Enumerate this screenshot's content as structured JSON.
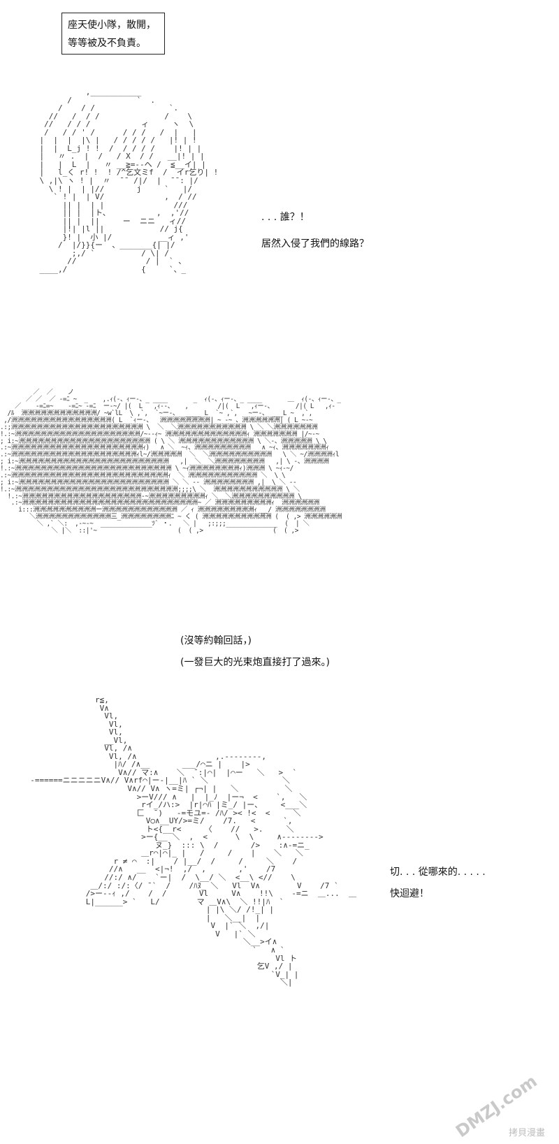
{
  "caption": {
    "line1": "座天使小隊，散開，",
    "line2": "等等被及不負責。"
  },
  "speech1": {
    "line1": ". . . 誰？！",
    "line2": "居然入侵了我們的線路？"
  },
  "narration": {
    "line1": "(沒等約翰回話，)",
    "line2": "(一發巨大的光束炮直接打了過來。)"
  },
  "speech2": {
    "line1": "切. . . 從哪來的. . . . .",
    "line2": "快迴避！"
  },
  "watermark": {
    "logo": "DMZJ.com",
    "text": "拷貝漫畫"
  },
  "art": {
    "face": "              ,___________\n          /              `  .\n        /    / /                `.\n      //   /  / /              /    \\\n     //   / / /           ィ     ヽ  \\\n     /   / / ' /      / / /   /  |   |\n    |  |  |  |\\ |   / / / / /   |! | !\n    |  |  L_j ! !  /  / / / /    |! | |\n    |   〃 .  |  /   / X  / /   __|! | |\n    |   |  L  |   〃 __≧=--ヘ /  ≦__イ| |\n    |   l_く r! !  ! /^乞文ミf  /  イr乞り| !\n    \\ ,|\\ ヽ ! |  〃  ̄ ̄  /|/  |  ̄ ̄ : |/\n      \\ ! |  | |//       j     `   |/\n       ` ! |  | V/             ,  / //\n         || |  | |               ///\n         || |  |ト、          ,  ,'//\n         || |  ||     ー  ニニ   ィ//\n         |!| |l ||            // j{\n         }! |  小 |/          __ィ ,'\n        /  |/}}{ー  、_______{| |/\n           ;,/ `          / \\| /\n          //               / |  ` 、\n    ____,/                {     `、_\n",
    "beam": "         ／  ／    ノ \n       ／ ／  ／ -=ﾆ ~  _    ,.ｨ(-、ｨー-、_ ____       _  ｨ(-、ｨー-、_ ____       ＿  ｨ(-、ｨー-、_\n    ／    -=ﾆ=~    -=ﾆ~ -=ﾆ  ー-~/ |(  L   ,ｨ--、   ,        /|(  L   ,ｨー-、      /|( L   ,ｨ-\n  /ﾙ  洲洲洲洲洲洲洲洲洲洲洲洲/ ~w`lL  \\ ,`,  `~ー-、  ____ L  `~ ,`,   ~ー-、 ___L ~  ,`,\n ,/洲洲洲洲洲洲洲洲洲洲洲洲洲洲洲洲( L  `ｨー-、  洲洲洲洲洲洲洲洲| ~ -~ 、洲洲洲洲洲洲| ( L ~-~\n.:;洲洲洲洲洲洲洲洲洲洲洲洲洲洲洲洲洲洲洲洲洲 \\  ＼  ＼洲洲洲洲洲洲洲洲洲洲洲 \\ ＼ ＼洲洲洲洲洲洲洲\n!.:~洲洲洲洲洲洲洲洲洲洲洲洲洲洲洲洲洲洲洲洲/~--ｨ~ 洲洲洲洲洲洲洲洲洲洲洲洲洲ｨ 洲洲洲洲洲洲洲 |/~-~\n; i:~洲洲洲洲洲洲洲洲洲洲洲洲洲洲洲洲洲洲洲洲洲 ( \\ ＼ 洲洲洲洲洲洲洲洲洲洲洲洲 \\ ＼-、洲洲洲洲洲 \\ \\\n.:~洲洲洲洲洲洲洲洲洲洲洲洲洲洲洲洲洲洲洲洲洲ｨ)   ∧ ＼  ~ｨ、洲洲洲洲洲洲洲洲洲   ∧ ~ｨ、洲洲洲洲洲洲洲ｨ\n.:~洲洲洲洲洲洲洲洲洲洲洲洲洲洲洲洲洲洲洲洲ｨl~/洲洲洲洲洲  ＼  ＼洲洲洲洲洲洲洲洲洲洲   \\ ＼ ~/洲洲洲洲ｨl\n; i:~洲洲洲洲洲洲洲洲洲洲洲洲洲洲洲洲洲洲洲洲洲洲洲洲   ,|  ＼  ＼洲洲洲洲洲洲洲洲   ,| \\ -、洲洲洲洲\n!.:~洲洲洲洲洲洲洲洲洲洲洲洲洲洲洲洲洲洲洲洲洲洲洲洲洲 \\ ~ｨ洲洲洲洲洲洲洲洲ｨ)洲洲洲 \\ ~ｨ-~/\n.:~洲洲洲洲洲洲洲洲洲洲洲洲洲洲洲洲洲洲洲洲洲洲洲洲洲ｨ  ＼ 洲洲洲洲洲洲洲洲洲洲洲 ＼  \\ \\\n; i:~洲洲洲洲洲洲洲洲洲洲洲洲洲洲洲洲洲洲洲洲洲洲洲洲 ＼ ＼ -- 洲洲洲洲洲洲洲洲 ,|  \\ ＼ -- \n!.:~洲洲洲洲洲洲洲洲洲洲洲洲洲洲洲洲洲洲洲洲洲洲洲洲洲洲;;;;\\ ＼  洲洲洲洲洲洲洲洲洲洲洲 \\ ＼\n  !.:~洲洲洲洲洲洲洲洲洲洲洲洲洲洲洲洲洲洲洲-~洲洲洲洲洲洲洲洲洲ｨ ＼  ＼洲洲洲洲洲洲洲洲洲洲 \\ \n   .:~洲洲洲洲洲洲洲洲洲洲洲洲洲洲洲洲洲洲洲洲洲洲洲洲洲洲洲洲~ ／ 洲洲洲洲洲洲洲洲洲ｨ  洲洲洲洲洲洲\n     i:::洲洲洲洲洲洲洲洲洲洲ー洲洲洲洲洲洲洲洲洲洲洲洲 ／ ｨ 洲洲洲洲洲洲洲洲洲ｨ __/ 洲洲洲洲洲洲洲洲\n        ＼洲洲洲洲洲洲洲洲洲洲洲洲三_洲洲洲洲洲洲洲洲ﾆ ~ く ( 洲洲洲洲洲洲洲洲洲洲洲 (  ( ,> 洲洲洲洲洲洲\n          ＼ ,` ＼:  ,-~-~  ______________ﾂ` ・.   ＼ |   ;:;;;______________  (  | ＼\n              ＼ |＼  ::|'~                      (  ( ,>                   (  ( ,>\n",
    "robot": "                r≦,\n                 V∧\n                  Vl,\n                   Vl,\n                   Vl,\n                  __Vl,\n                  Vl, /∧\n                   Vl, /∧                 ,.-‐‐‐‐‐‐-,\n                    |ﾊ/ /∧__       ___/⌒ニ |    |>\n                     V∧// マ:∧    ＼  ̄ :|⌒|  |⌒ー   ＼   >  `\n  -======ニニニニニV∧// V∧rf⌒|ー-|__|ﾊ ` ＼                ＼\n                       V∧// V∧ ヽ=ミ| ┌¬| |   ＼          ＼\n                         >ーV/// ∧   |  |_ﾉ  |ー¬  <    `,   ＼\n                          rイ_/ハ:>  |r|⌒ﾊ |ミ_/ |ー、    <___＼\n                         匚  ̄ )   -=モユ=- /ﾊ/ >< !<  <     ＼\n                           V○∧__UY/>=ミ/    /7.   <      `,\n                           ト<{__r<     〈    //   >.     ＼\n                          >ー{__ ＼  ,  <      \\  \\     ∧‐‐‐‐‐‐‐‐>\n                             ヌ_}  ::: \\  /       />    :∧-=ニ_\n                          ＿r⌒|⌒|_ |   /     /    |    ＼   ＼\n                    r ≠ ⌒  :|    / |__/  /     /     ＼    /\n                   //∧   __  <|¬!  ,/  ,       ,'    /7   \n                  //:/ ∧/    `ー|  /  \\__/ ＼  <__\\ <//    \\\n               ＿/:/ :/:〈/ ̄ `  /    /ﾊﾇ_ ＼   Vl  V∧        V    /7 `\n              />ー‐‐ｨ ,/    /  /       Vl     V∧    !!\\    -=ニ  ＿...  ＿\n              L|______> `   L/        マ ＿V∧\\  ＼ !!|ﾊ  `\n                                        | |\\ ＼/ /!_| |\n                                        |   ＼__|  |\n                                         V  |` ＼  ,/|\n                                          V   |` ＼\n                                                ＼__>イ∧\n                                                  `   ∧ `\n                                                       Vl ト\n                                                   乞V ,/ |\n                                                      `V_| |\n                                                        ＼|\n"
  }
}
